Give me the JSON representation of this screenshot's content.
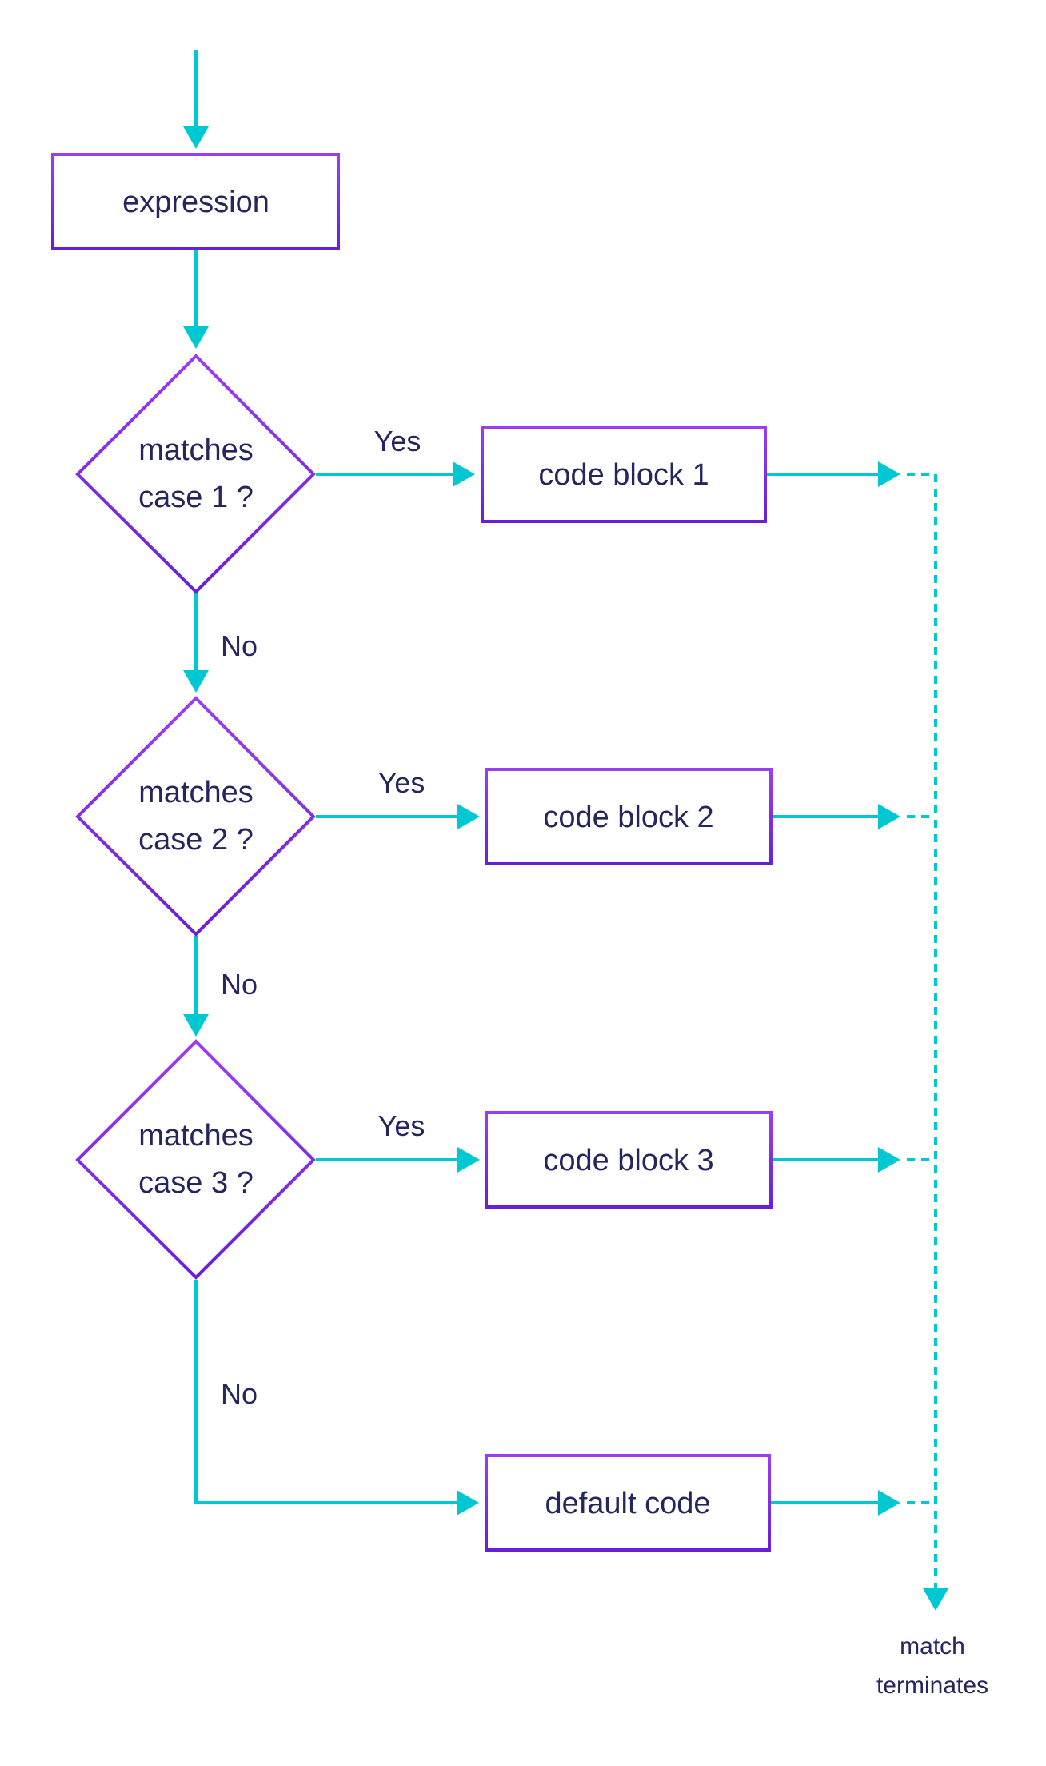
{
  "colors": {
    "arrow": "#00c8d2",
    "node_border": "#7a2de0",
    "text": "#25265e",
    "background": "#ffffff"
  },
  "nodes": {
    "expression": "expression",
    "decision1": {
      "line1": "matches",
      "line2": "case 1 ?"
    },
    "decision2": {
      "line1": "matches",
      "line2": "case 2 ?"
    },
    "decision3": {
      "line1": "matches",
      "line2": "case 3 ?"
    },
    "code1": "code block 1",
    "code2": "code block 2",
    "code3": "code block 3",
    "default": "default code"
  },
  "edges": {
    "yes1": "Yes",
    "yes2": "Yes",
    "yes3": "Yes",
    "no1": "No",
    "no2": "No",
    "no3": "No"
  },
  "end": {
    "line1": "match",
    "line2": "terminates"
  }
}
